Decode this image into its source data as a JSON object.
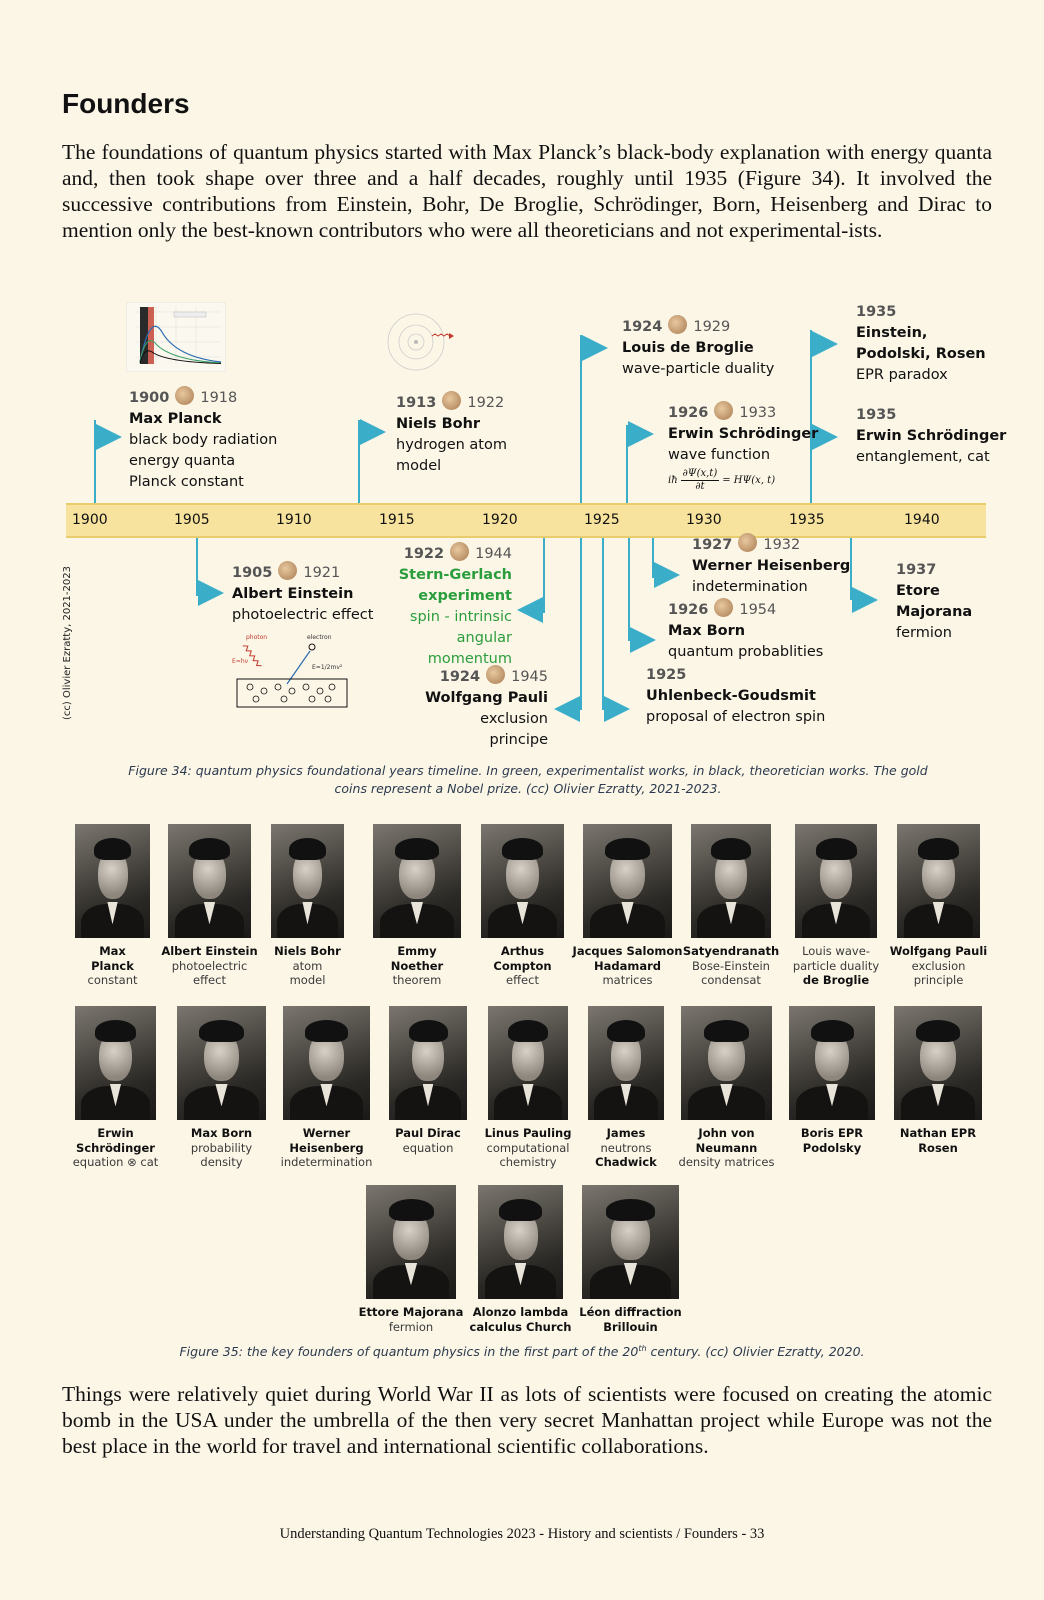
{
  "heading": "Founders",
  "intro": "The foundations of quantum physics started with Max Planck’s black-body explanation with energy quanta and, then took shape over three and a half decades, roughly until 1935 (Figure 34). It involved the successive contributions from Einstein, Bohr, De Broglie, Schrödinger, Born, Heisenberg and Dirac to mention only the best-known contributors who were all theoreticians and not experimental-ists.",
  "timeline": {
    "years": [
      "1900",
      "1905",
      "1910",
      "1915",
      "1920",
      "1925",
      "1930",
      "1935",
      "1940"
    ],
    "copyright": "(cc) Olivier Ezratty, 2021-2023",
    "colors": {
      "flag": "#3aaec9",
      "axis": "#f7e39e",
      "experimental": "#2a9d3c"
    },
    "events": {
      "planck": {
        "year": "1900",
        "nobel": "1918",
        "name": "Max Planck",
        "lines": [
          "black body radiation",
          "energy quanta",
          "Planck constant"
        ]
      },
      "bohr": {
        "year": "1913",
        "nobel": "1922",
        "name": "Niels Bohr",
        "lines": [
          "hydrogen atom",
          "model"
        ]
      },
      "debroglie": {
        "year": "1924",
        "nobel": "1929",
        "name": "Louis de Broglie",
        "lines": [
          "wave-particle duality"
        ]
      },
      "schrodinger_wave": {
        "year": "1926",
        "nobel": "1933",
        "name": "Erwin Schrödinger",
        "lines": [
          "wave function"
        ],
        "equation_left": "iħ",
        "equation_num": "∂Ψ(x,t)",
        "equation_den": "∂t",
        "equation_right": "= HΨ(x, t)"
      },
      "epr": {
        "year": "1935",
        "name": "Einstein, Podolski, Rosen",
        "name_line1": "Einstein,",
        "name_line2": "Podolski, Rosen",
        "lines": [
          "EPR paradox"
        ]
      },
      "entanglement": {
        "year": "1935",
        "name": "Erwin Schrödinger",
        "lines": [
          "entanglement, cat"
        ]
      },
      "einstein": {
        "year": "1905",
        "nobel": "1921",
        "name": "Albert Einstein",
        "lines": [
          "photoelectric effect"
        ]
      },
      "stern": {
        "year": "1922",
        "nobel": "1944",
        "name_line1": "Stern-Gerlach",
        "name_line2": "experiment",
        "lines": [
          "spin - intrinsic",
          "angular momentum"
        ],
        "experimental": true
      },
      "pauli": {
        "year": "1924",
        "nobel": "1945",
        "name": "Wolfgang Pauli",
        "lines": [
          "exclusion principe"
        ]
      },
      "heisenberg": {
        "year": "1927",
        "nobel": "1932",
        "name": "Werner Heisenberg",
        "lines": [
          "indetermination"
        ]
      },
      "born": {
        "year": "1926",
        "nobel": "1954",
        "name": "Max Born",
        "lines": [
          "quantum probablities"
        ]
      },
      "uhlenbeck": {
        "year": "1925",
        "name": "Uhlenbeck-Goudsmit",
        "lines": [
          "proposal of electron spin"
        ]
      },
      "majorana": {
        "year": "1937",
        "name_line1": "Etore",
        "name_line2": "Majorana",
        "lines": [
          "fermion"
        ]
      }
    },
    "photo_diagram": {
      "photon": "photon",
      "electron": "electron",
      "energy": "E=hν",
      "kinetic": "E=1/2mv²"
    }
  },
  "figure34_caption": "Figure 34: quantum physics foundational years timeline. In green, experimentalist works, in black, theoretician works. The gold coins represent a Nobel prize. (cc) Olivier Ezratty, 2021-2023.",
  "portraits": {
    "row1": [
      {
        "l1": "Max",
        "l1b": true,
        "l2": "Planck",
        "l2b": true,
        "l3": "constant"
      },
      {
        "l1": "Albert Einstein",
        "l1b": true,
        "l2": "photoelectric",
        "l3": "effect"
      },
      {
        "l1": "Niels Bohr",
        "l1b": true,
        "l2": "atom",
        "l3": "model"
      },
      {
        "l1": "Emmy",
        "l1b": true,
        "l2": "Noether",
        "l2b": true,
        "l3": "theorem"
      },
      {
        "l1": "Arthus",
        "l1b": true,
        "l2": "Compton",
        "l2b": true,
        "l3": "effect"
      },
      {
        "l1": "Jacques Salomon",
        "l1b": true,
        "l2": "Hadamard",
        "l2b": true,
        "l3": "matrices"
      },
      {
        "l1": "Satyendranath",
        "l1b": true,
        "l2": "Bose-Einstein",
        "l3": "condensat"
      },
      {
        "l1": "Louis wave-",
        "l2": "particle duality",
        "l3": "de Broglie",
        "l3b": true
      },
      {
        "l1": "Wolfgang Pauli",
        "l1b": true,
        "l2": "exclusion",
        "l3": "principle"
      }
    ],
    "row2": [
      {
        "l1": "Erwin",
        "l1b": true,
        "l2": "Schrödinger",
        "l2b": true,
        "l3": "equation ⊗ cat"
      },
      {
        "l1": "Max Born",
        "l1b": true,
        "l2": "probability",
        "l3": "density"
      },
      {
        "l1": "Werner",
        "l1b": true,
        "l2": "Heisenberg",
        "l2b": true,
        "l3": "indetermination"
      },
      {
        "l1": "Paul Dirac",
        "l1b": true,
        "l2": "equation"
      },
      {
        "l1": "Linus Pauling",
        "l1b": true,
        "l2": "computational",
        "l3": "chemistry"
      },
      {
        "l1": "James",
        "l1b": true,
        "l2": "neutrons",
        "l3": "Chadwick",
        "l3b": true
      },
      {
        "l1": "John von",
        "l1b": true,
        "l2": "Neumann",
        "l2b": true,
        "l3": "density matrices"
      },
      {
        "l1": "Boris EPR",
        "l1b": true,
        "l2": "Podolsky",
        "l2b": true
      },
      {
        "l1": "Nathan EPR",
        "l1b": true,
        "l2": "Rosen",
        "l2b": true
      }
    ],
    "row3": [
      {
        "l1": "Ettore Majorana",
        "l1b": true,
        "l2": "fermion"
      },
      {
        "l1": "Alonzo lambda",
        "l1b": true,
        "l2": "calculus Church",
        "l2b": true
      },
      {
        "l1": "Léon diffraction",
        "l1b": true,
        "l2": "Brillouin",
        "l2b": true
      }
    ]
  },
  "figure35_caption_main": "Figure 35: the key founders of quantum physics in the first part of the 20",
  "figure35_sup": "th",
  "figure35_caption_end": " century. (cc) Olivier Ezratty, 2020.",
  "outro": "Things were relatively quiet during World War II as lots of scientists were focused on creating the atomic bomb in the USA under the umbrella of the then very secret Manhattan project while Europe was not the best place in the world for travel and international scientific collaborations.",
  "footer": "Understanding Quantum Technologies 2023 - History and scientists / Founders - 33"
}
